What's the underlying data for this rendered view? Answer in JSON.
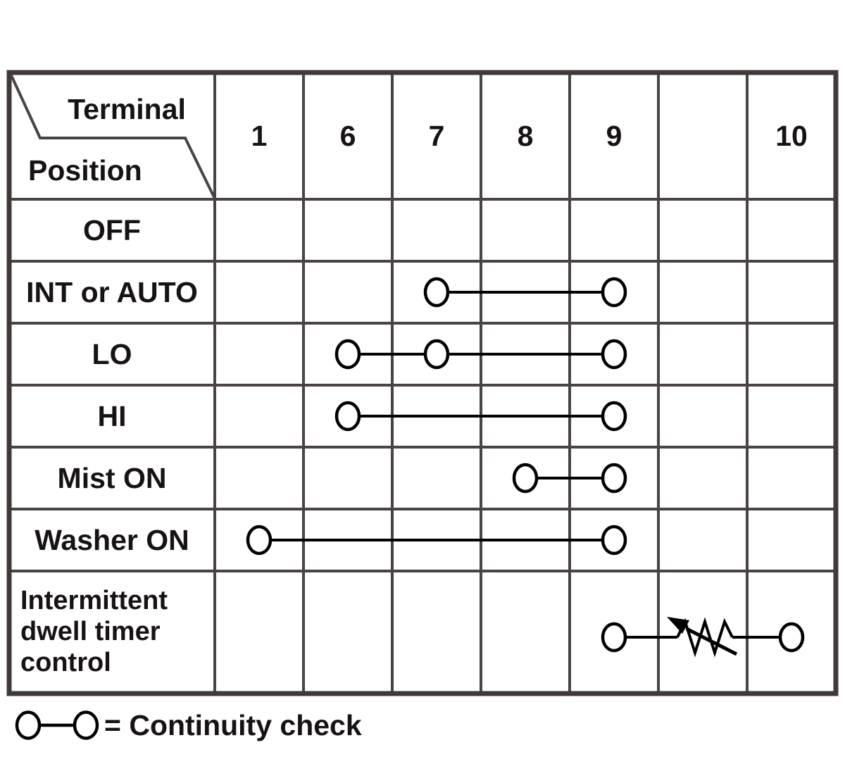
{
  "header": {
    "corner": {
      "top_label": "Terminal",
      "bottom_label": "Position"
    },
    "terminal_columns": [
      "1",
      "6",
      "7",
      "8",
      "9",
      "",
      "10"
    ]
  },
  "positions": [
    {
      "label": "OFF",
      "continuity": []
    },
    {
      "label": "INT or AUTO",
      "continuity": [
        "7",
        "9"
      ]
    },
    {
      "label": "LO",
      "continuity": [
        "6",
        "7",
        "9"
      ]
    },
    {
      "label": "HI",
      "continuity": [
        "6",
        "9"
      ]
    },
    {
      "label": "Mist ON",
      "continuity": [
        "8",
        "9"
      ]
    },
    {
      "label": "Washer ON",
      "continuity": [
        "1",
        "9"
      ]
    },
    {
      "label": "Intermittent dwell timer control",
      "continuity": [
        "9",
        "10"
      ],
      "element": "variable-resistor"
    }
  ],
  "legend": {
    "text": "= Continuity check"
  },
  "colors": {
    "grid": "#4a4343",
    "outer_border": "#403938",
    "symbol": "#000000",
    "text": "#181313",
    "background": "#ffffff"
  }
}
